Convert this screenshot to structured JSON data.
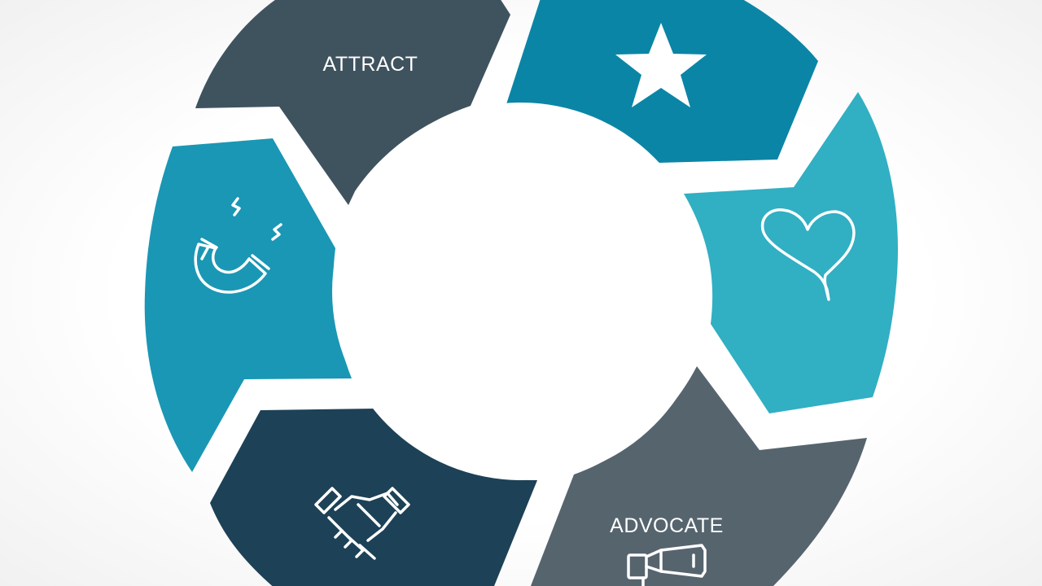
{
  "diagram": {
    "segments": [
      {
        "id": "attract",
        "label": "ATTRACT",
        "color": "#3f535f",
        "icon": "none"
      },
      {
        "id": "star",
        "label": "",
        "color": "#0b85a6",
        "icon": "star-icon"
      },
      {
        "id": "heart",
        "label": "",
        "color": "#31afc3",
        "icon": "heart-icon"
      },
      {
        "id": "advocate",
        "label": "ADVOCATE",
        "color": "#56646e",
        "icon": "megaphone-icon"
      },
      {
        "id": "handshake",
        "label": "",
        "color": "#1d4157",
        "icon": "handshake-icon"
      },
      {
        "id": "magnet",
        "label": "",
        "color": "#1a97b4",
        "icon": "magnet-icon"
      }
    ],
    "center_color": "#ffffff"
  }
}
